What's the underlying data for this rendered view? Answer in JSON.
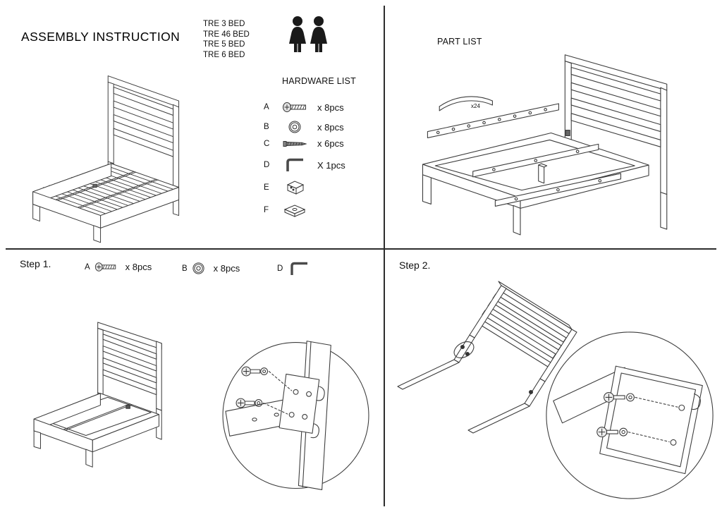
{
  "colors": {
    "ink": "#3c3c3c",
    "text": "#111111",
    "background": "#ffffff"
  },
  "header": {
    "title": "ASSEMBLY INSTRUCTION",
    "models": [
      "TRE 3 BED",
      "TRE 46 BED",
      "TRE 5 BED",
      "TRE 6 BED"
    ],
    "people_icon": "two-person-icon"
  },
  "hardware": {
    "title": "HARDWARE LIST",
    "items": [
      {
        "id": "A",
        "icon": "bolt-icon",
        "qty": "x 8pcs"
      },
      {
        "id": "B",
        "icon": "washer-icon",
        "qty": "x 8pcs"
      },
      {
        "id": "C",
        "icon": "wood-screw-icon",
        "qty": "x 6pcs"
      },
      {
        "id": "D",
        "icon": "allen-key-icon",
        "qty": "X 1pcs"
      },
      {
        "id": "E",
        "icon": "connector-box-icon",
        "qty": ""
      },
      {
        "id": "F",
        "icon": "connector-plate-icon",
        "qty": ""
      }
    ]
  },
  "part_list": {
    "title": "PART LIST",
    "slat_label": "x24"
  },
  "steps": [
    {
      "label": "Step 1.",
      "hardware": [
        {
          "id": "A",
          "icon": "bolt-icon",
          "qty": "x 8pcs"
        },
        {
          "id": "B",
          "icon": "washer-icon",
          "qty": "x 8pcs"
        },
        {
          "id": "D",
          "icon": "allen-key-icon",
          "qty": ""
        }
      ]
    },
    {
      "label": "Step 2."
    }
  ]
}
